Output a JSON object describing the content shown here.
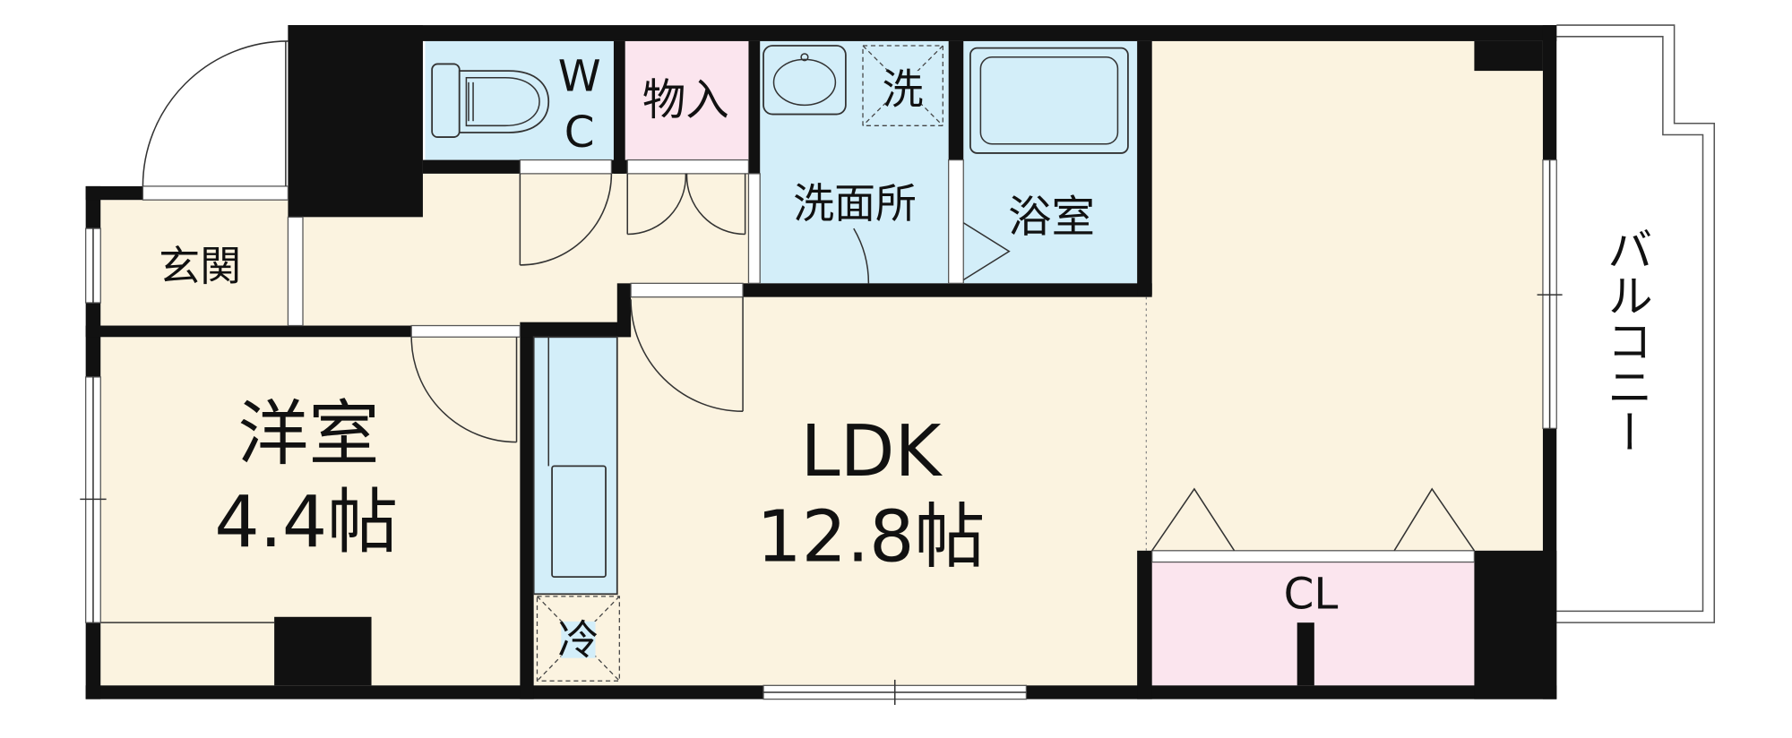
{
  "plan": {
    "entrance": {
      "label": "玄関"
    },
    "wc": {
      "line1": "W",
      "line2": "C"
    },
    "storage": {
      "label": "物入"
    },
    "washroom": {
      "label": "洗面所",
      "washer_label": "洗"
    },
    "bathroom": {
      "label": "浴室"
    },
    "western_room": {
      "label": "洋室",
      "size": "4.4帖"
    },
    "ldk": {
      "label": "LDK",
      "size": "12.8帖",
      "fridge_label": "冷"
    },
    "closet": {
      "label": "CL"
    },
    "balcony": {
      "label": "バルコニー"
    }
  },
  "colors": {
    "beige": "#fbf3e0",
    "blue": "#d3eef9",
    "pink": "#fbe5ee",
    "wall": "#111111"
  }
}
